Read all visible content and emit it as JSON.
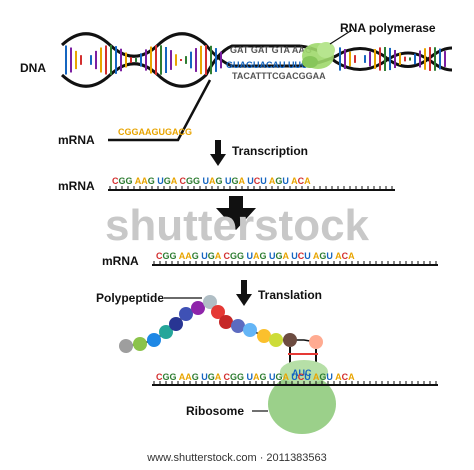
{
  "labels": {
    "dna": "DNA",
    "rna_polymerase": "RNA polymerase",
    "mrna_1": "mRNA",
    "mrna_2": "mRNA",
    "mrna_3": "mRNA",
    "transcription": "Transcription",
    "translation": "Translation",
    "polypeptide": "Polypeptide",
    "ribosome": "Ribosome"
  },
  "sequences": {
    "dna_top": "GAT GAT GTA AAG",
    "dna_bottom": "TACATTTCGACGGAA",
    "unwound_rna": "GUAGUACAU UUC",
    "mrna_emerging": "CGGAAGUGACG",
    "mrna_full": "CGG AAG UGA CGG UAG UGA UCU AGU ACA",
    "anticodon": "AUC"
  },
  "watermark": {
    "text": "shutterstock",
    "footer": "www.shutterstock.com · 2011383563"
  },
  "colors": {
    "A": "#e8a400",
    "C": "#d32f2f",
    "G": "#2e7d32",
    "U": "#1565c0",
    "T": "#7b1fa2",
    "polymerase": "#9fd86b",
    "ribosome": "#9bd08a"
  }
}
